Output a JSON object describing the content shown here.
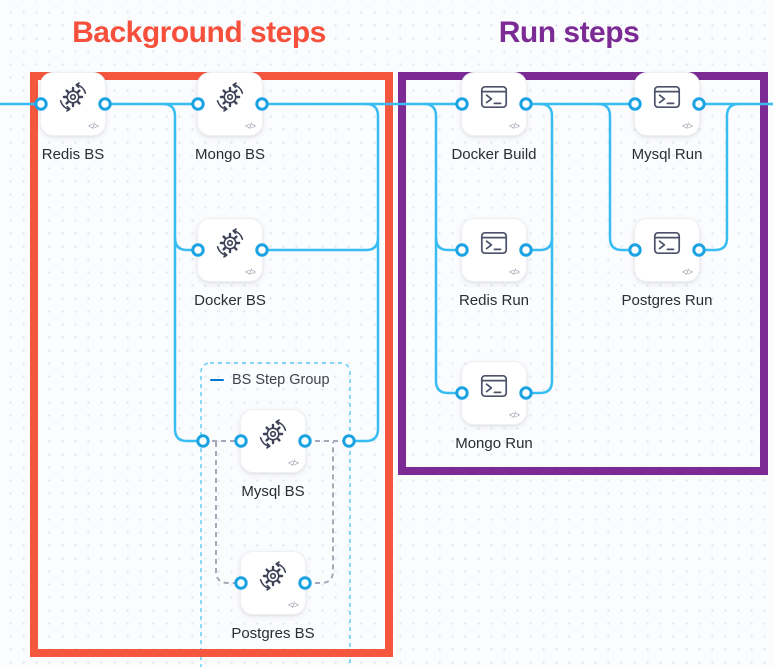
{
  "titles": {
    "background": "Background steps",
    "run": "Run steps"
  },
  "group": {
    "label": "BS Step Group"
  },
  "icons": {
    "code_badge": "</>"
  },
  "nodes": [
    {
      "label": "Redis BS",
      "type": "background-step"
    },
    {
      "label": "Mongo BS",
      "type": "background-step"
    },
    {
      "label": "Docker BS",
      "type": "background-step"
    },
    {
      "label": "Mysql BS",
      "type": "background-step"
    },
    {
      "label": "Postgres BS",
      "type": "background-step"
    },
    {
      "label": "Docker Build",
      "type": "run-step"
    },
    {
      "label": "Mysql Run",
      "type": "run-step"
    },
    {
      "label": "Redis Run",
      "type": "run-step"
    },
    {
      "label": "Postgres Run",
      "type": "run-step"
    },
    {
      "label": "Mongo Run",
      "type": "run-step"
    }
  ],
  "colors": {
    "line": "#38bdf2",
    "dot": "#1ba2e2",
    "gray-dash": "#a6a7b8",
    "group-dash": "#5ac9f4",
    "red": "#f4563e",
    "red-title": "#f6503c",
    "purple": "#7c2b95",
    "purple-title": "#7c2b95",
    "header-blue": "#0278d5",
    "canvas-bg": "#fbfcfd",
    "grid-dot": "#e2ecf1"
  }
}
